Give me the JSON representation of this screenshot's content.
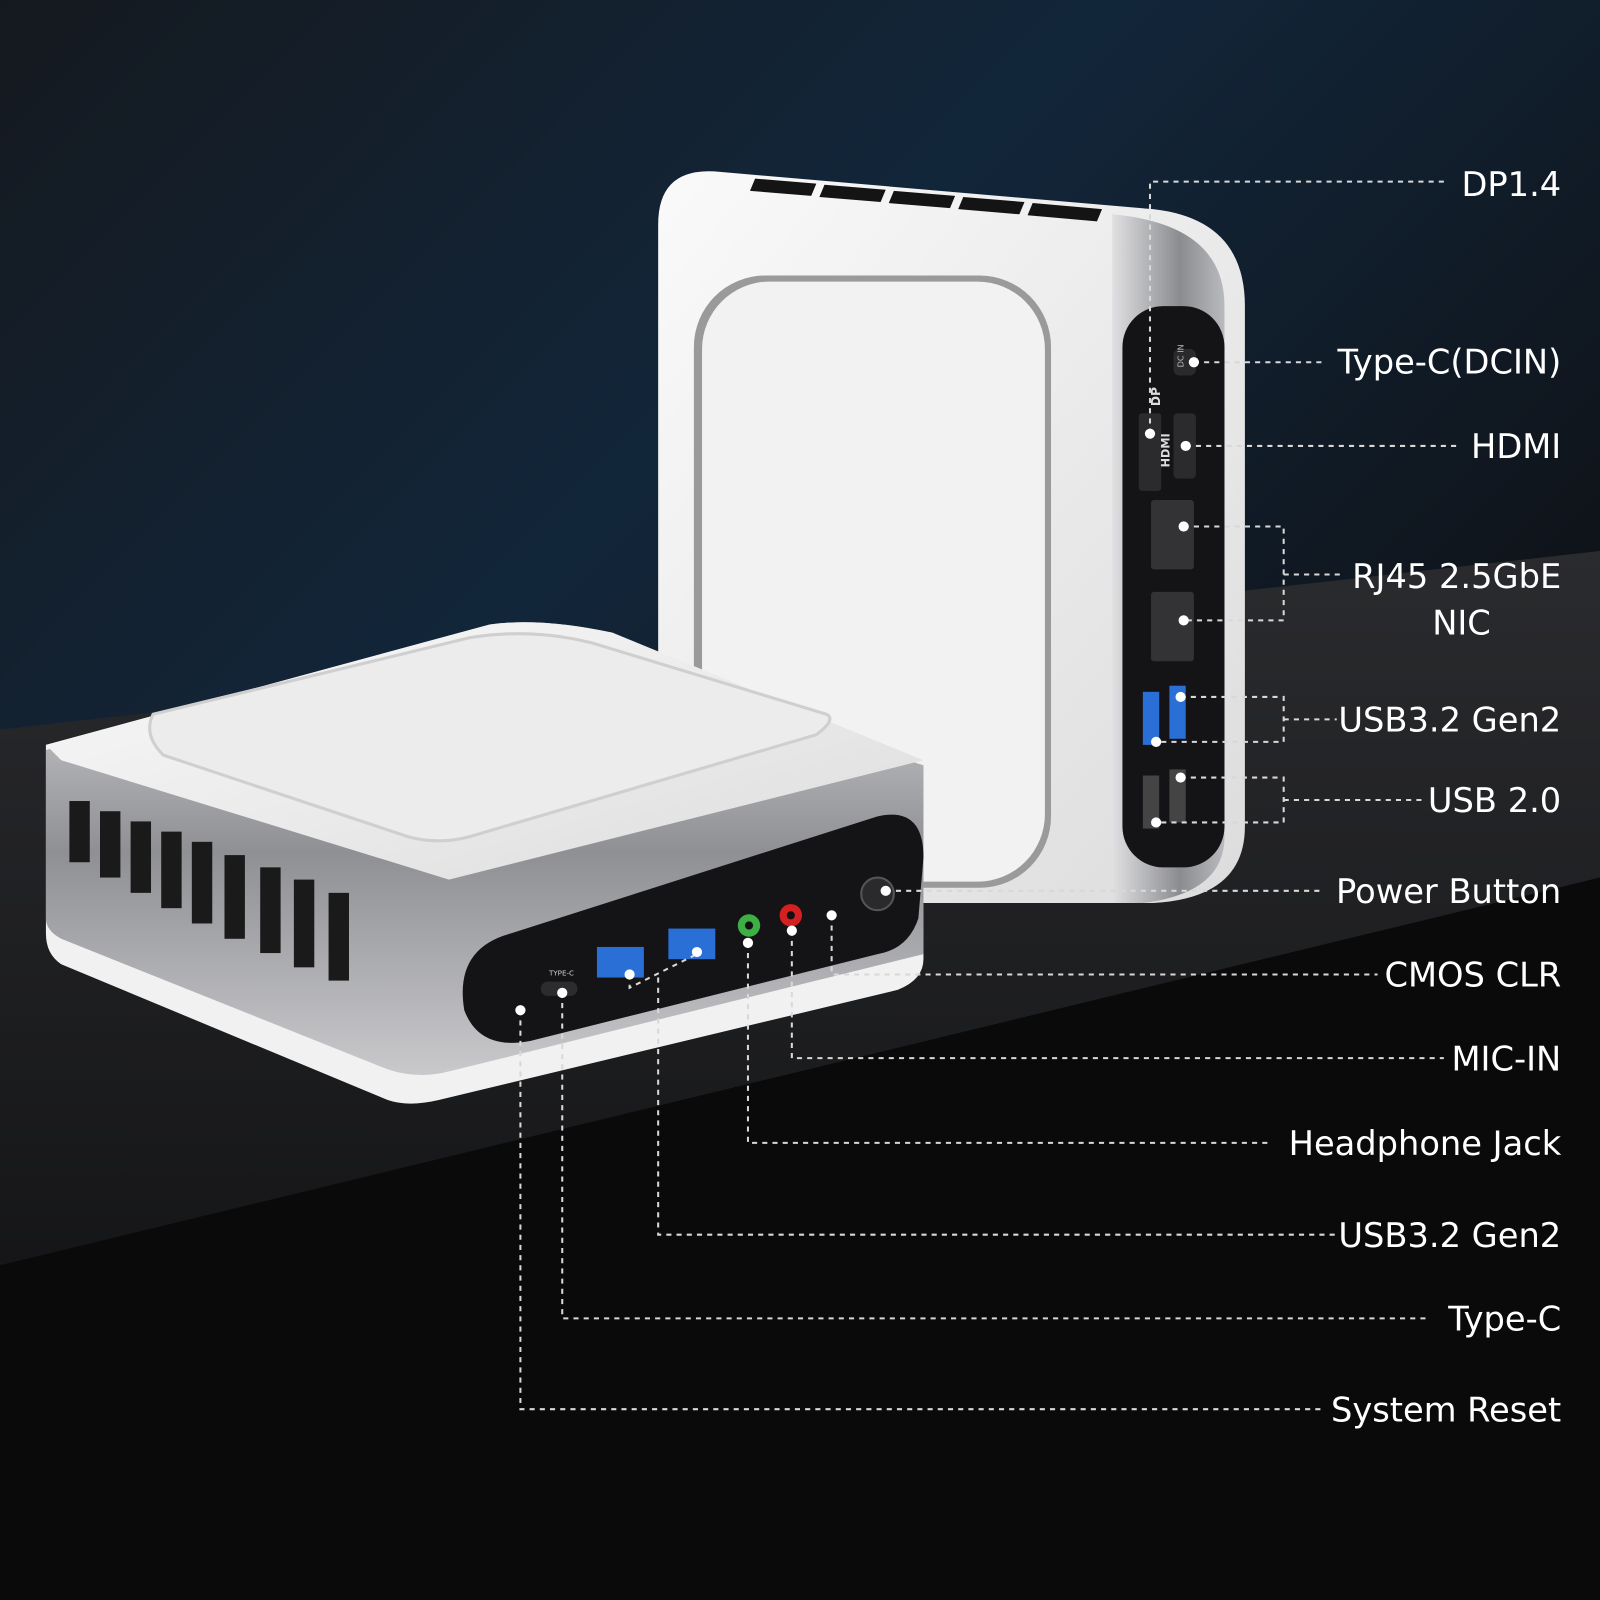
{
  "labels": {
    "dp": "DP1.4",
    "typec_dcin": "Type-C(DCIN)",
    "hdmi": "HDMI",
    "rj45_line1": "RJ45 2.5GbE",
    "rj45_line2": "NIC",
    "usb32_rear": "USB3.2 Gen2",
    "usb20": "USB 2.0",
    "power": "Power Button",
    "cmos": "CMOS CLR",
    "mic": "MIC-IN",
    "headphone": "Headphone Jack",
    "usb32_front": "USB3.2 Gen2",
    "typec_front": "Type-C",
    "reset": "System Reset"
  },
  "port_marks": {
    "front_typec": "TYPE-C",
    "rear_dp": "DP",
    "rear_hdmi": "HDMI",
    "rear_dcin": "DC IN"
  },
  "colors": {
    "headphone_jack": "#3cb043",
    "mic_jack": "#d42020",
    "usb3_port": "#2a6fd6",
    "background": "#0b0c0e"
  }
}
